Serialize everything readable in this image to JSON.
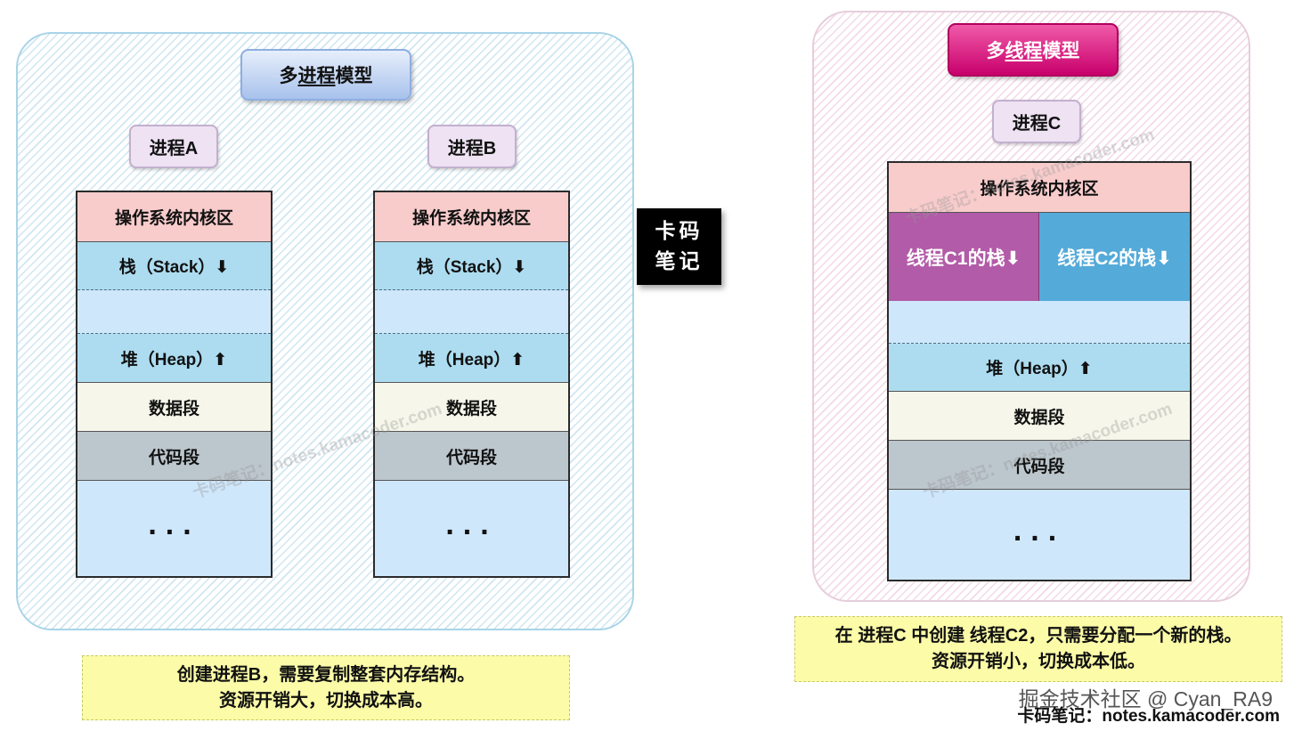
{
  "multi_process": {
    "title_prefix": "多",
    "title_underlined": "进程",
    "title_suffix": "模型",
    "process_a": {
      "label": "进程A",
      "segments": {
        "kernel": "操作系统内核区",
        "stack": "栈（Stack）⬇",
        "heap": "堆（Heap）⬆",
        "data": "数据段",
        "code": "代码段",
        "rest": "..."
      }
    },
    "process_b": {
      "label": "进程B",
      "segments": {
        "kernel": "操作系统内核区",
        "stack": "栈（Stack）⬇",
        "heap": "堆（Heap）⬆",
        "data": "数据段",
        "code": "代码段",
        "rest": "..."
      }
    },
    "note_lines": [
      "创建进程B，需要复制整套内存结构。",
      "资源开销大，切换成本高。"
    ]
  },
  "multi_thread": {
    "title_prefix": "多",
    "title_underlined": "线程",
    "title_suffix": "模型",
    "process_c": {
      "label": "进程C",
      "segments": {
        "kernel": "操作系统内核区",
        "thread_c1_stack": "线程C1的栈⬇",
        "thread_c2_stack": "线程C2的栈⬇",
        "heap": "堆（Heap）⬆",
        "data": "数据段",
        "code": "代码段",
        "rest": "..."
      }
    },
    "note_lines": [
      "在 进程C 中创建 线程C2，只需要分配一个新的栈。",
      "资源开销小，切换成本低。"
    ]
  },
  "logo": {
    "line1": "卡码",
    "line2": "笔记"
  },
  "watermark": "卡码笔记：notes.kamacoder.com",
  "credits": {
    "juejin": "掘金技术社区 @ Cyan_RA9",
    "site": "卡码笔记：notes.kamacoder.com"
  },
  "colors": {
    "kernel": "#f9cccc",
    "stack": "#addcf0",
    "free": "#cfe7fb",
    "data": "#f6f7ea",
    "code": "#bcc6cd",
    "thread_c1": "#b25ba8",
    "thread_c2": "#54aad8",
    "multi_thread_title": "#d6007a",
    "note": "#fbfba8"
  }
}
